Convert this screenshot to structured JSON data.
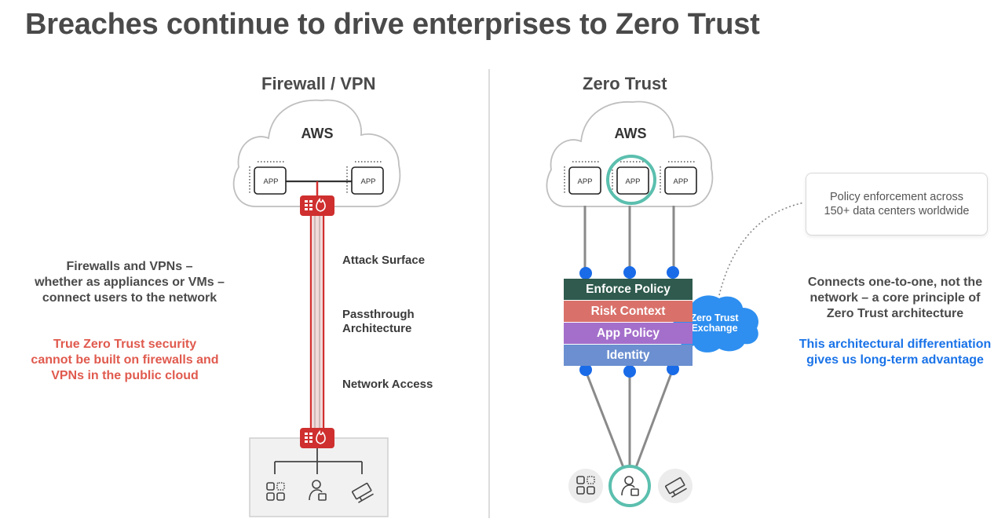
{
  "title": "Breaches continue to drive enterprises to Zero Trust",
  "left": {
    "heading": "Firewall / VPN",
    "cloud_label": "AWS",
    "app_label": "APP",
    "description": [
      "Firewalls and VPNs –",
      "whether as appliances or VMs –",
      "connect users to the network"
    ],
    "warning": [
      "True Zero Trust security",
      "cannot be built on firewalls and",
      "VPNs in the public cloud"
    ],
    "labels": {
      "attack_surface": "Attack Surface",
      "passthrough": [
        "Passthrough",
        "Architecture"
      ],
      "network_access": "Network Access"
    }
  },
  "right": {
    "heading": "Zero Trust",
    "cloud_label": "AWS",
    "app_label": "APP",
    "policy_note": [
      "Policy enforcement across",
      "150+ data centers worldwide"
    ],
    "stack": [
      {
        "label": "Enforce Policy",
        "color": "#2f5a4d"
      },
      {
        "label": "Risk Context",
        "color": "#d9716a"
      },
      {
        "label": "App Policy",
        "color": "#a46fcb"
      },
      {
        "label": "Identity",
        "color": "#6b8fd0"
      }
    ],
    "exchange_label": [
      "Zero Trust",
      "Exchange"
    ],
    "description": [
      "Connects one-to-one, not the",
      "network – a core principle of",
      "Zero Trust architecture"
    ],
    "advantage": [
      "This architectural differentiation",
      "gives us long-term advantage"
    ]
  },
  "colors": {
    "firewall_red": "#d32f2f",
    "teal_ring": "#5bbfae",
    "dot_blue": "#1a6be8",
    "exchange_blue": "#2e8ff0"
  }
}
